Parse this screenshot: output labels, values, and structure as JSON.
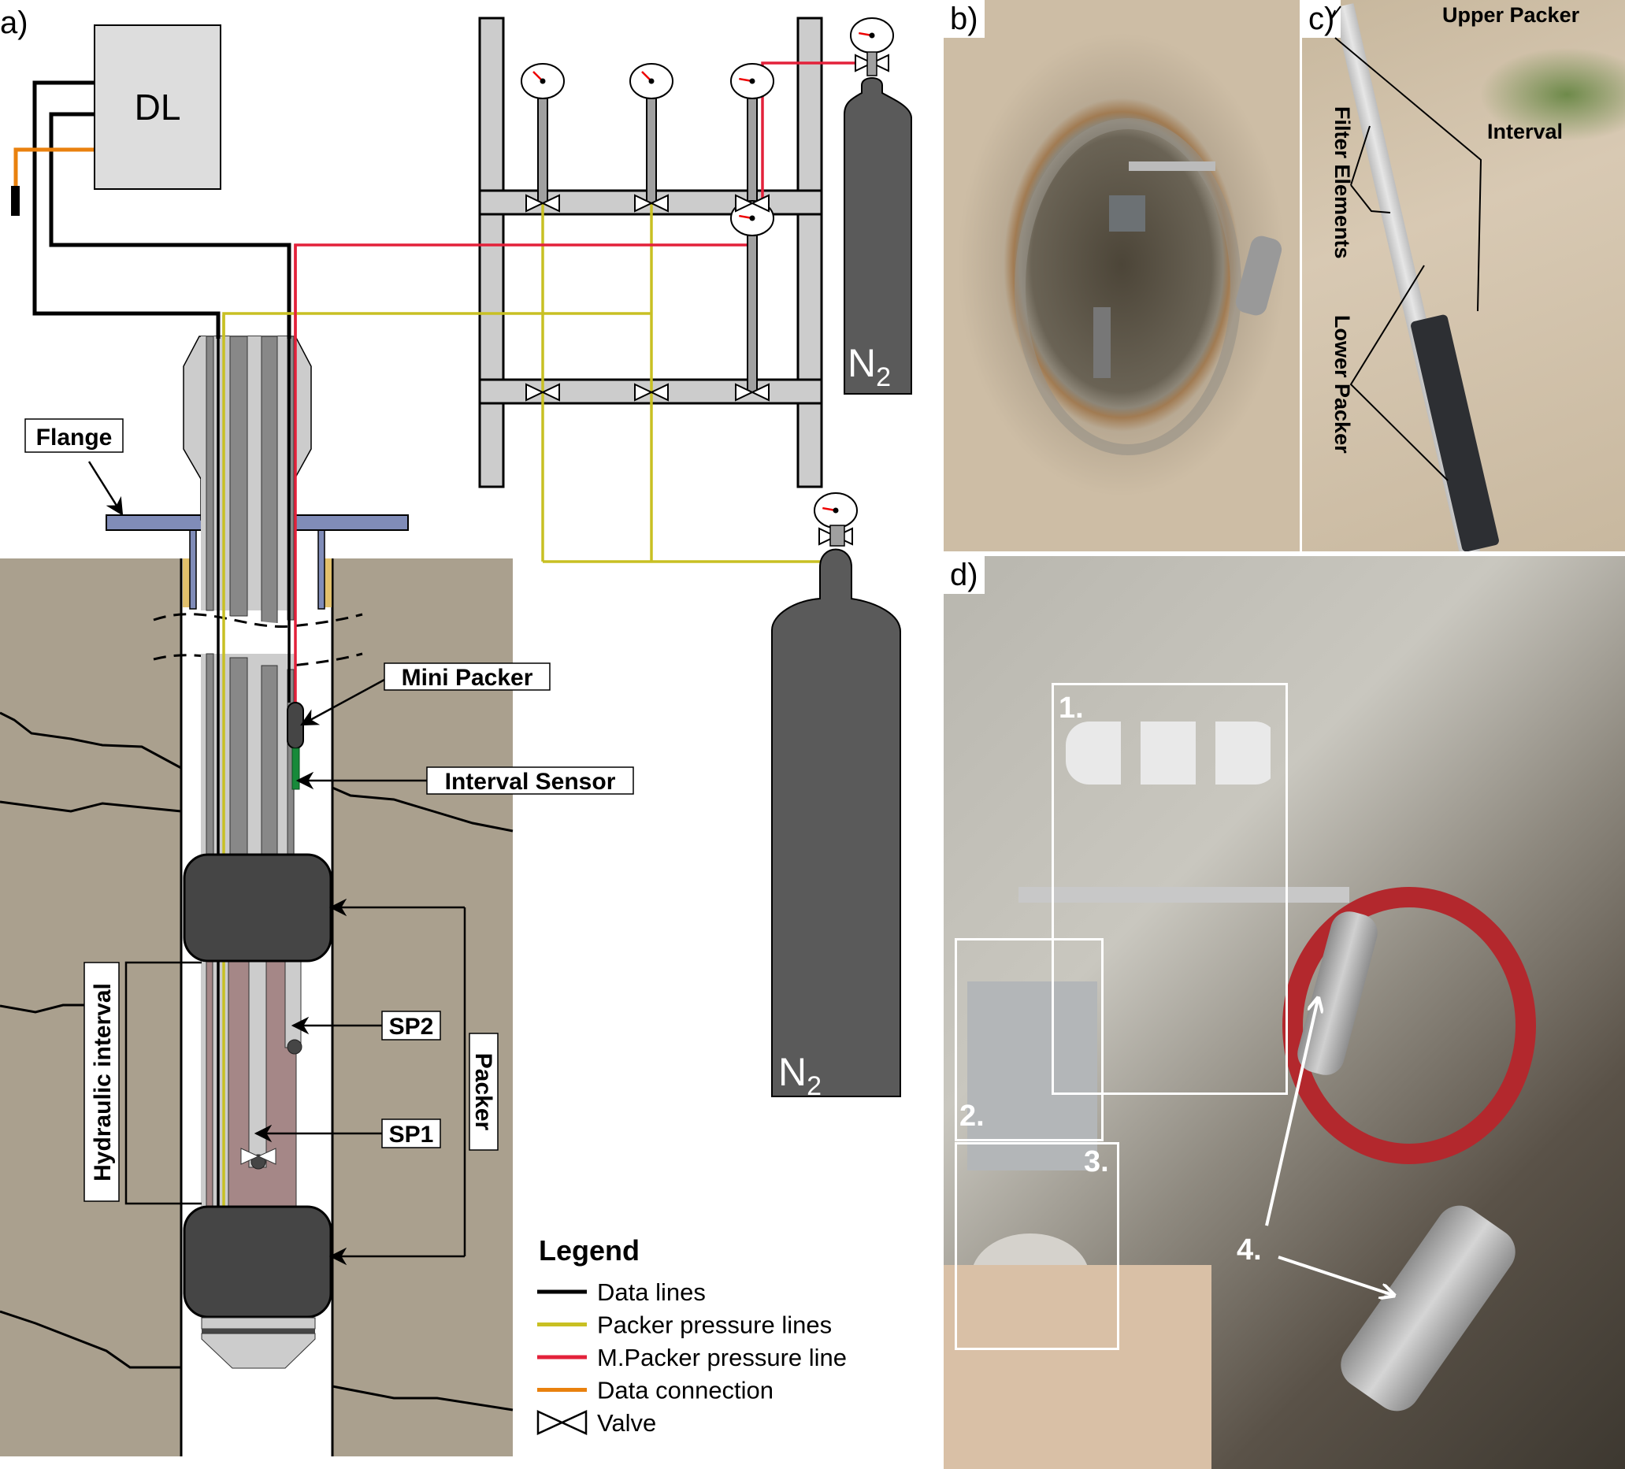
{
  "panels": {
    "a": {
      "letter": "a)"
    },
    "b": {
      "letter": "b)"
    },
    "c": {
      "letter": "c)"
    },
    "d": {
      "letter": "d)"
    }
  },
  "diagram": {
    "datalogger_label": "DL",
    "flange_label": "Flange",
    "mini_packer_label": "Mini Packer",
    "interval_sensor_label": "Interval Sensor",
    "hydraulic_interval_label": "Hydraulic interval",
    "packer_label": "Packer",
    "sp2_label": "SP2",
    "sp1_label": "SP1",
    "n2_small_label": "N",
    "n2_small_sub": "2",
    "n2_large_label": "N",
    "n2_large_sub": "2"
  },
  "legend": {
    "title": "Legend",
    "items": [
      {
        "label": "Data lines",
        "color": "#000000",
        "type": "line"
      },
      {
        "label": "Packer pressure lines",
        "color": "#c8c023",
        "type": "line"
      },
      {
        "label": "M.Packer pressure line",
        "color": "#e3213a",
        "type": "line"
      },
      {
        "label": "Data connection",
        "color": "#e9810e",
        "type": "line"
      },
      {
        "label": "Valve",
        "color": "#000000",
        "type": "valve"
      }
    ]
  },
  "photo_c": {
    "upper_packer": "Upper Packer",
    "interval": "Interval",
    "filter_elements": "Filter Elements",
    "lower_packer": "Lower Packer"
  },
  "photo_d": {
    "box1": "1.",
    "box2": "2.",
    "box3": "3.",
    "label4": "4."
  },
  "colors": {
    "soil": "#aaa08e",
    "packer": "#454545",
    "cylinder": "#5a5a5a",
    "manifold": "#cccccc",
    "flange": "#808cb8",
    "interval_fill": "#a58787",
    "sensor": "#178a3a",
    "grout": "#e1c06c"
  }
}
